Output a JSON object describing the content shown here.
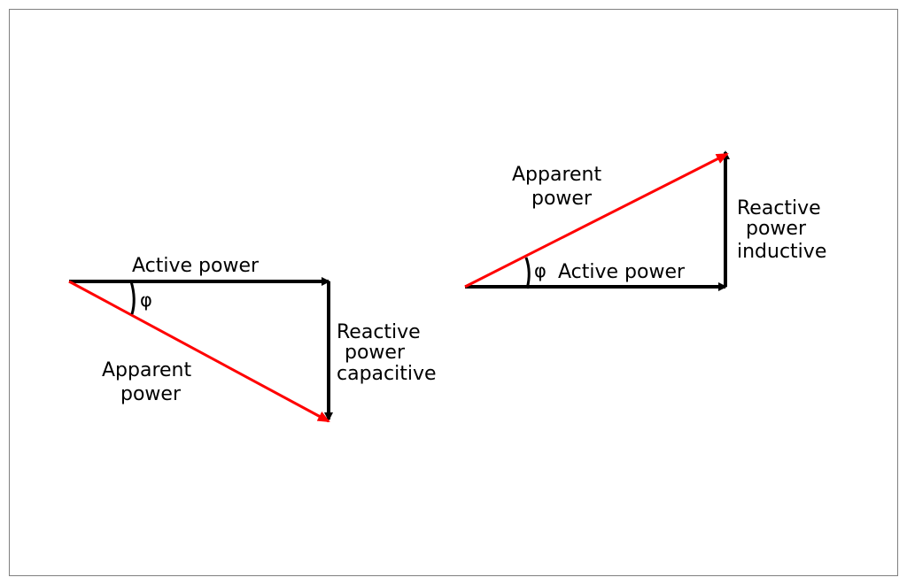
{
  "colors": {
    "frame": "#7f7f7f",
    "vector_black": "#000000",
    "vector_red": "#ff0000"
  },
  "left_triangle": {
    "active_label": "Active power",
    "reactive_label_line1": "Reactive",
    "reactive_label_line2": "power",
    "reactive_label_line3": "capacitive",
    "apparent_label_line1": "Apparent",
    "apparent_label_line2": "power",
    "angle_symbol": "φ"
  },
  "right_triangle": {
    "active_label": "Active power",
    "reactive_label_line1": "Reactive",
    "reactive_label_line2": "power",
    "reactive_label_line3": "inductive",
    "apparent_label_line1": "Apparent",
    "apparent_label_line2": "power",
    "angle_symbol": "φ"
  }
}
